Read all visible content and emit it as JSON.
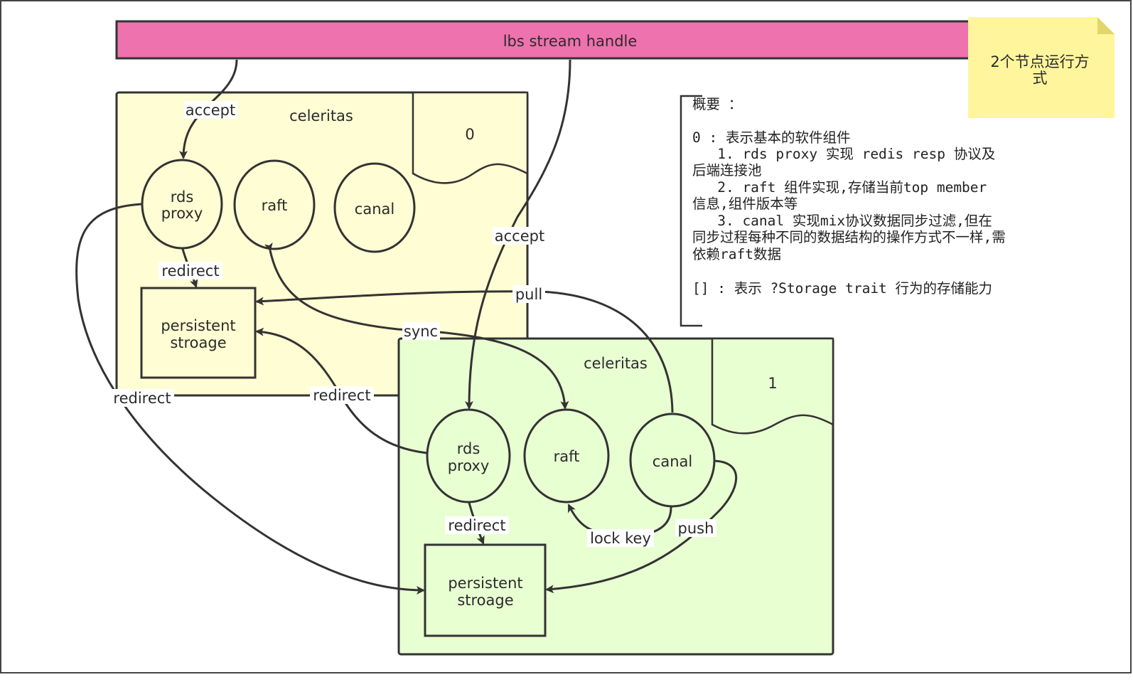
{
  "stream_handle": {
    "label": "lbs stream handle"
  },
  "sticky_note": {
    "lines": [
      "2个节点运行方",
      "式"
    ]
  },
  "node0": {
    "title": "celeritas",
    "id": "0",
    "rds_proxy": [
      "rds",
      "proxy"
    ],
    "raft": "raft",
    "canal": "canal",
    "storage": [
      "persistent",
      "stroage"
    ]
  },
  "node1": {
    "title": "celeritas",
    "id": "1",
    "rds_proxy": [
      "rds",
      "proxy"
    ],
    "raft": "raft",
    "canal": "canal",
    "storage": [
      "persistent",
      "stroage"
    ]
  },
  "edges": {
    "accept_0": "accept",
    "accept_1": "accept",
    "redirect_0": "redirect",
    "redirect_1": "redirect",
    "redirect_cross_a": "redirect",
    "redirect_cross_b": "redirect",
    "pull": "pull",
    "sync": "sync",
    "lock_key": "lock key",
    "push": "push"
  },
  "summary": {
    "lines": [
      "概要 ：",
      "",
      "0 : 表示基本的软件组件",
      "   1. rds proxy 实现 redis resp 协议及",
      "后端连接池",
      "   2. raft 组件实现,存储当前top member",
      "信息,组件版本等",
      "   3. canal 实现mix协议数据同步过滤,但在",
      "同步过程每种不同的数据结构的操作方式不一样,需",
      "依赖raft数据",
      "",
      "[] : 表示 ?Storage trait 行为的存储能力"
    ]
  },
  "colors": {
    "stream_bar": "#ee72ae",
    "node0_fill": "#fffdd3",
    "node1_fill": "#e8ffd2",
    "sticky": "#fff59d",
    "stroke": "#333333"
  }
}
